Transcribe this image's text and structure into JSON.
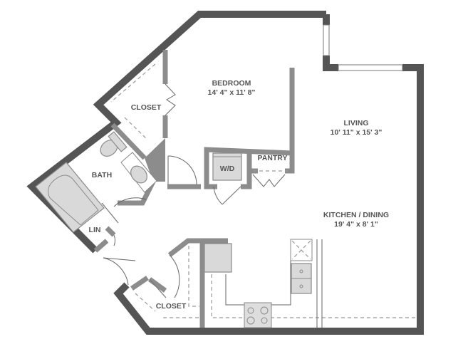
{
  "floorplan": {
    "colors": {
      "exterior_wall": "#555555",
      "interior_wall": "#8c8c8c",
      "fixture": "#d9d9d9",
      "label": "#555555"
    },
    "rooms": [
      {
        "id": "bedroom",
        "name": "BEDROOM",
        "dims": "14' 4\" x 11' 8\""
      },
      {
        "id": "living",
        "name": "LIVING",
        "dims": "10' 11\" x 15' 3\""
      },
      {
        "id": "kitchen-dining",
        "name": "KITCHEN / DINING",
        "dims": "19' 4\" x 8' 1\""
      },
      {
        "id": "bath",
        "name": "BATH"
      },
      {
        "id": "closet-bedroom",
        "name": "CLOSET"
      },
      {
        "id": "closet-entry",
        "name": "CLOSET"
      },
      {
        "id": "pantry",
        "name": "PANTRY"
      },
      {
        "id": "washer-dryer",
        "name": "W/D"
      },
      {
        "id": "linen",
        "name": "LIN"
      }
    ]
  }
}
